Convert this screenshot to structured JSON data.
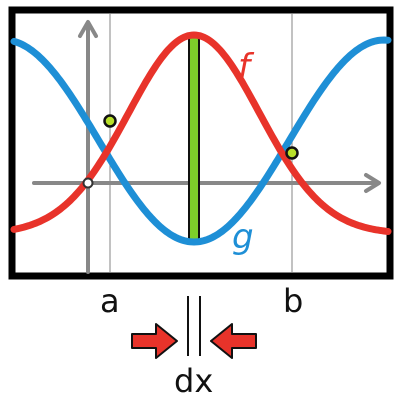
{
  "diagram": {
    "labels": {
      "f": "f",
      "g": "g",
      "a": "a",
      "b": "b",
      "dx": "dx"
    },
    "colors": {
      "f_curve": "#e8332a",
      "g_curve": "#1e8fd6",
      "strip_fill": "#7dcf2a",
      "strip_border": "#111111",
      "arrow_fill": "#e8332a",
      "axis": "#888888",
      "vertical_guides": "#999999",
      "intersection_dot": "#b8e02a",
      "frame": "#000000"
    },
    "elements": {
      "curves": [
        "f",
        "g"
      ],
      "intersection_points": [
        "left-intersection",
        "right-intersection"
      ],
      "strip": "dx-strip",
      "arrows": [
        "left-arrow",
        "right-arrow"
      ]
    }
  }
}
